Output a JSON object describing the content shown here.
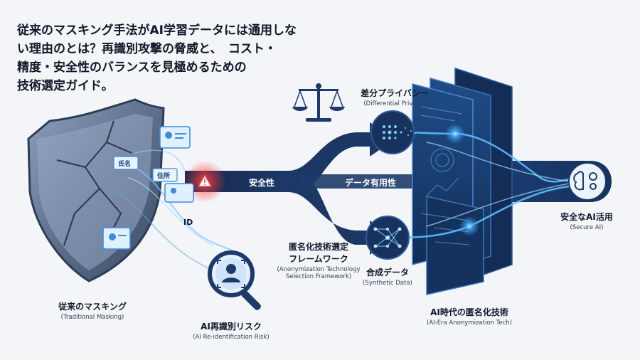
{
  "headline": {
    "lines": [
      "従来のマスキング手法がAI学習データには通用しな",
      "い理由のとは？再識別攻撃の脅威と、　コスト・",
      "精度・安全性のバランスを見極めるための",
      "技術選定ガイド。"
    ]
  },
  "shield_tags": {
    "name": "氏名",
    "address": "住所",
    "id": "ID"
  },
  "labels": {
    "traditional_masking": {
      "jp": "従来のマスキング",
      "en": "(Traditional Masking)"
    },
    "reid_risk": {
      "jp": "AI再識別リスク",
      "en": "(AI Re-identification Risk)"
    },
    "framework": {
      "jp": [
        "匿名化技術選定",
        "フレームワーク"
      ],
      "en": [
        "(Anonymization Technology",
        "Selection Framework)"
      ]
    },
    "differential_privacy": {
      "jp": "差分プライバシー",
      "en": "(Differential Privacy)"
    },
    "synthetic_data": {
      "jp": "合成データ",
      "en": "(Synthetic Data)"
    },
    "ai_era_tech": {
      "jp": "AI時代の匿名化技術",
      "en": "(AI-Era Anonymization Tech)"
    },
    "secure_ai": {
      "jp": "安全なAI活用",
      "en": "(Secure AI)"
    }
  },
  "band": {
    "left_label": "安全性",
    "right_label": "データ有用性"
  },
  "icons": [
    "shield-icon",
    "id-card-icon",
    "warning-icon",
    "magnifier-icon",
    "scales-icon",
    "particles-icon",
    "neural-network-icon",
    "brain-gear-icon"
  ],
  "colors": {
    "navy": "#1e3a6b",
    "dark_navy": "#16294d",
    "glow_blue": "#3fa9ff",
    "warning_red": "#e5484d",
    "background": "#f3f5f8"
  }
}
